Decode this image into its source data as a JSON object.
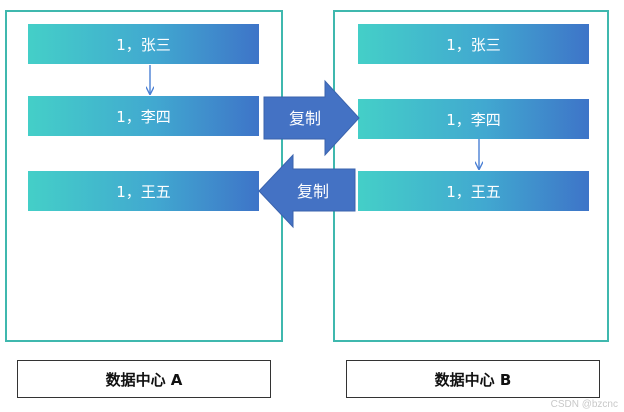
{
  "data_center_a": {
    "label": "数据中心 A",
    "records": [
      "1，张三",
      "1，李四",
      "1，王五"
    ]
  },
  "data_center_b": {
    "label": "数据中心 B",
    "records": [
      "1，张三",
      "1，李四",
      "1，王五"
    ]
  },
  "arrows": {
    "copy_a_to_b": "复制",
    "copy_b_to_a": "复制"
  },
  "colors": {
    "box_border": "#3fb8ae",
    "record_gradient_start": "#44cfc8",
    "record_gradient_end": "#3e74c8",
    "copy_arrow_fill": "#4472c4",
    "connector_arrow": "#4a7fd4"
  },
  "watermark": "CSDN @bzcnc"
}
